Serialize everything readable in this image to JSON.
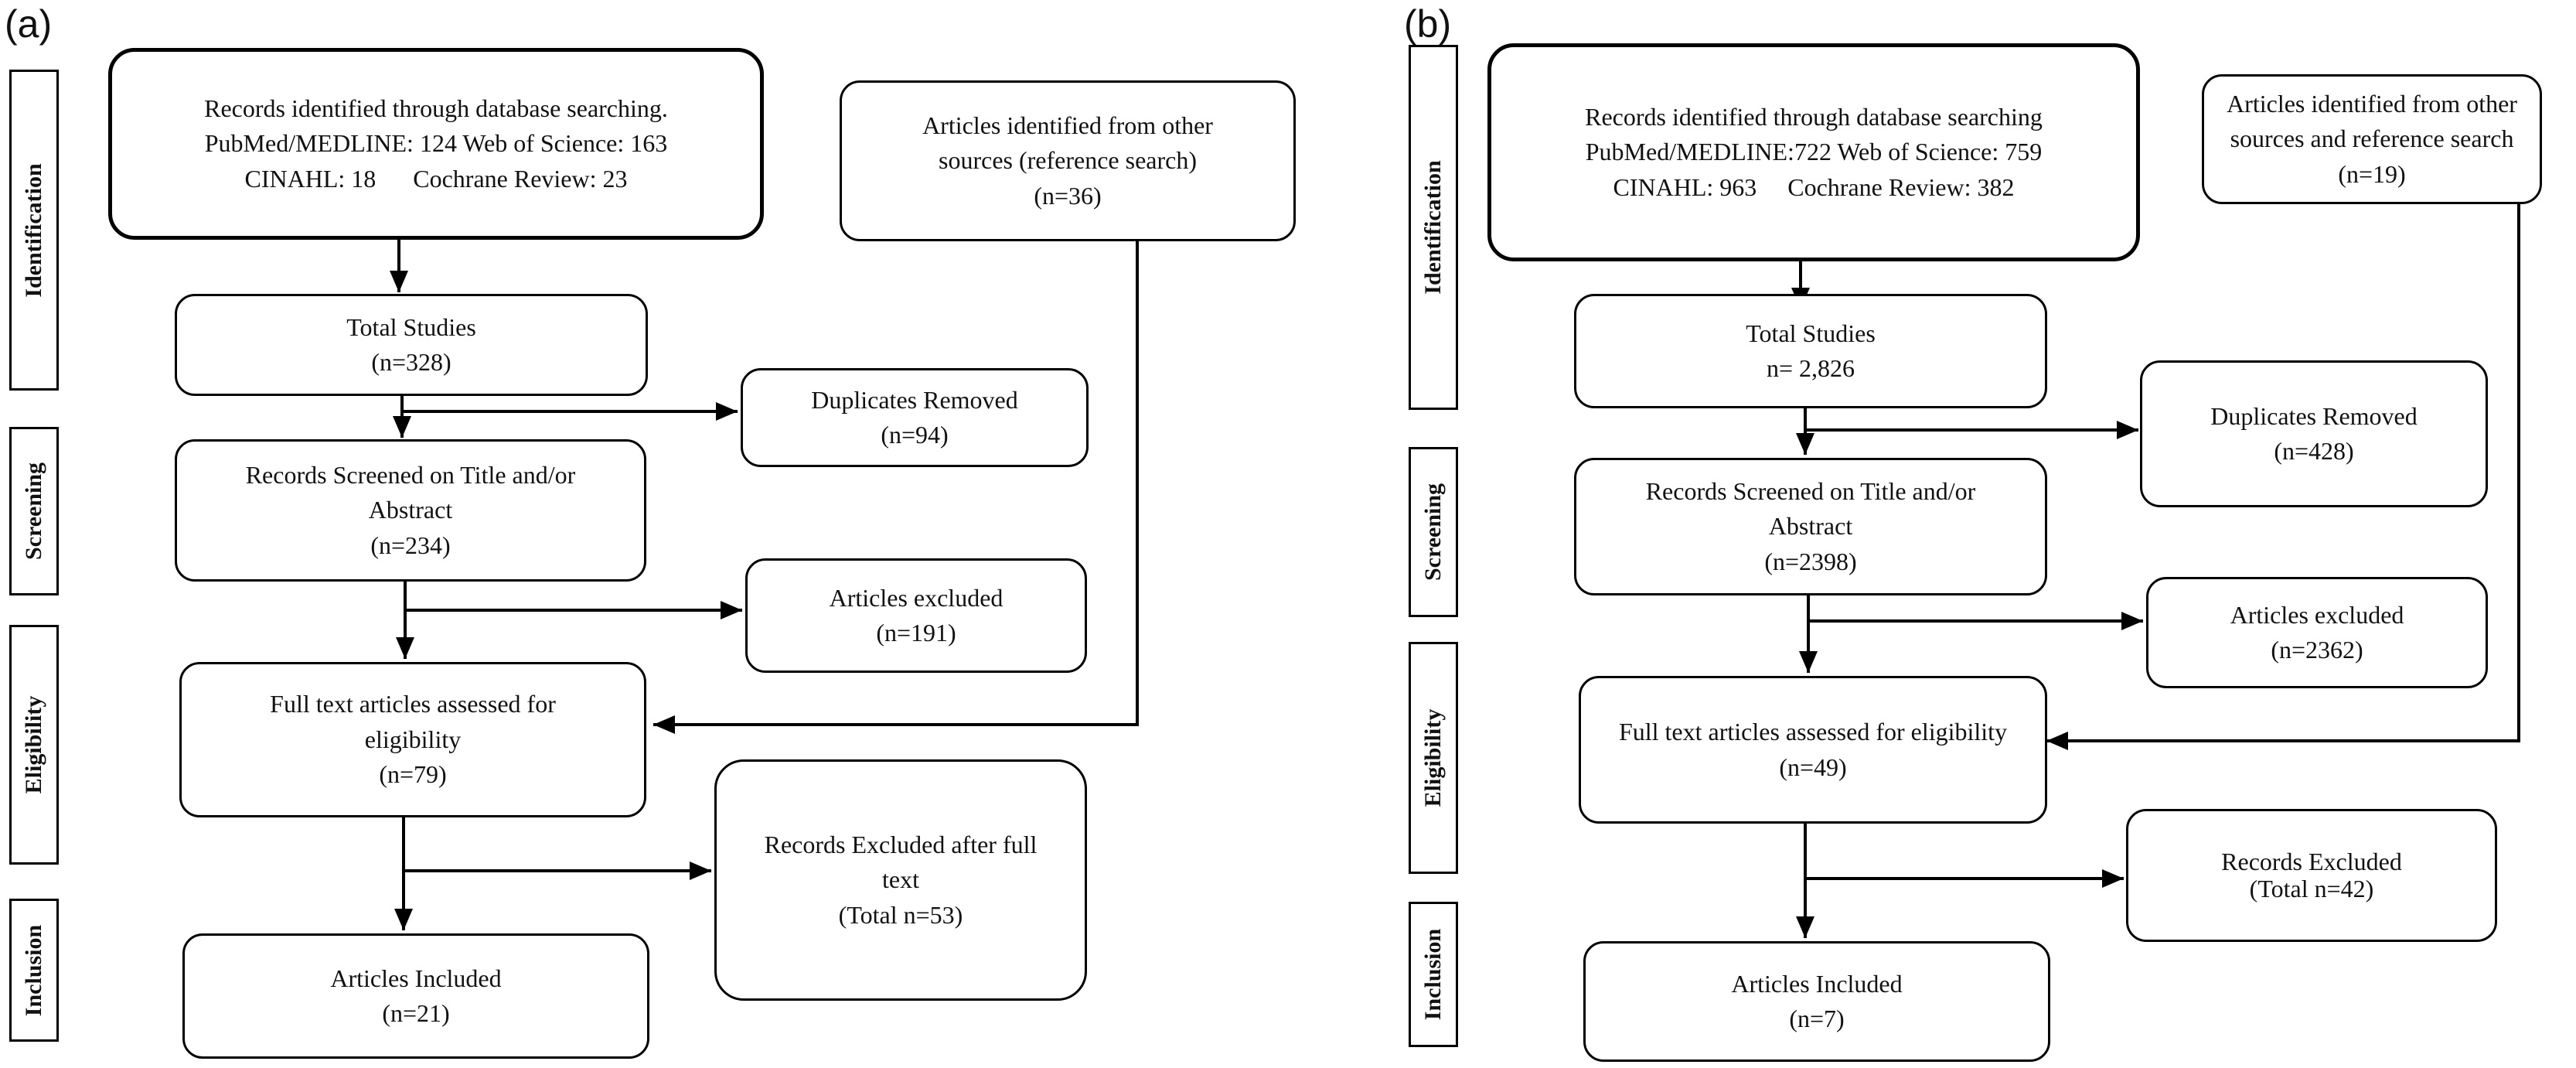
{
  "panels": [
    {
      "label": "(a)",
      "stages": [
        "Identification",
        "Screening",
        "Eligibility",
        "Inclusion"
      ],
      "boxes": {
        "database_search": [
          "Records identified through database searching.",
          "PubMed/MEDLINE: 124 Web of Science: 163",
          "CINAHL: 18      Cochrane Review: 23"
        ],
        "other_sources": [
          "Articles identified from other",
          "sources (reference search)",
          "(n=36)"
        ],
        "total_studies": [
          "Total Studies",
          "(n=328)"
        ],
        "duplicates_removed": [
          "Duplicates Removed",
          "(n=94)"
        ],
        "records_screened": [
          "Records Screened on Title and/or",
          "Abstract",
          "(n=234)"
        ],
        "articles_excluded": [
          "Articles excluded",
          "(n=191)"
        ],
        "full_text_assessed": [
          "Full text articles assessed for",
          "eligibility",
          "(n=79)"
        ],
        "records_excluded": [
          "Records Excluded after full",
          "text",
          "(Total n=53)"
        ],
        "articles_included": [
          "Articles Included",
          "(n=21)"
        ]
      }
    },
    {
      "label": "(b)",
      "stages": [
        "Identification",
        "Screening",
        "Eligibility",
        "Inclusion"
      ],
      "boxes": {
        "database_search": [
          "Records identified through database searching",
          "PubMed/MEDLINE:722 Web of Science: 759",
          "CINAHL: 963     Cochrane Review: 382"
        ],
        "other_sources": [
          "Articles identified from other",
          "sources and reference search",
          "(n=19)"
        ],
        "total_studies": [
          "Total Studies",
          "n= 2,826"
        ],
        "duplicates_removed": [
          "Duplicates Removed",
          "(n=428)"
        ],
        "records_screened": [
          "Records Screened on Title and/or",
          "Abstract",
          "(n=2398)"
        ],
        "articles_excluded": [
          "Articles excluded",
          "(n=2362)"
        ],
        "full_text_assessed": [
          "Full text articles assessed for eligibility",
          "(n=49)"
        ],
        "records_excluded": [
          "Records Excluded",
          "(Total n=42)"
        ],
        "articles_included": [
          "Articles Included",
          "(n=7)"
        ]
      }
    }
  ]
}
